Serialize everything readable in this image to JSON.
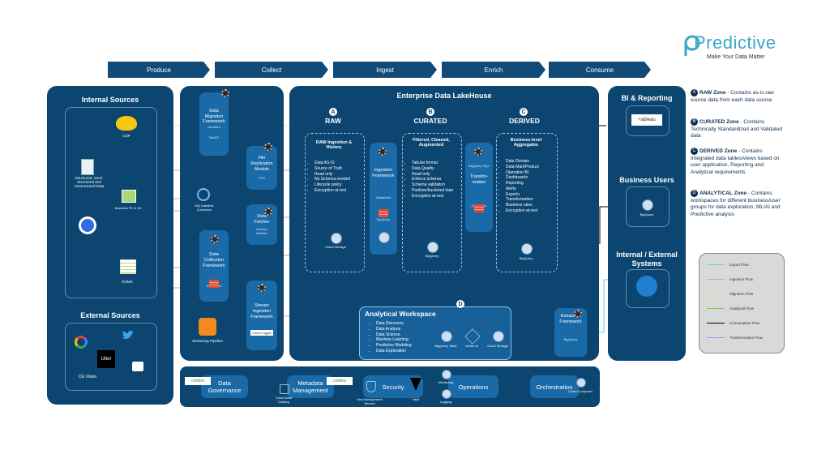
{
  "brand": {
    "name": "Predictive",
    "tagline": "Make Your Data Matter"
  },
  "stages": [
    "Produce",
    "Collect",
    "Ingest",
    "Enrich",
    "Consume"
  ],
  "internal_sources": {
    "title": "Internal Sources",
    "items": [
      "CDP",
      "Structured, Semi-Structured and Unstructured Data",
      "Business PC & 3D",
      "RDMS"
    ]
  },
  "external_sources": {
    "title": "External Sources",
    "items": [
      "CG Vision",
      "Uber"
    ]
  },
  "collect": {
    "migration": {
      "lines": [
        "Data",
        "Migration",
        "Framework"
      ],
      "sub": "cloudera",
      "tag": "DistCP"
    },
    "replication": {
      "lines": [
        "File",
        "Replication",
        "Module"
      ],
      "tag": "STS"
    },
    "connector": "MQ Dataflow Connector",
    "fetcher": {
      "lines": [
        "Data",
        "Fetcher"
      ],
      "sub1": "Custom",
      "sub2": "Batcher"
    },
    "collection": {
      "lines": [
        "Data",
        "Collection",
        "Framework"
      ],
      "tag": "Databricks"
    },
    "streaming_pipeline": "Streaming Pipeline",
    "stream": {
      "lines": [
        "Stream",
        "Ingestion",
        "Framework"
      ],
      "tag": "Cloud Logger"
    }
  },
  "lakehouse": {
    "title": "Enterprise Data LakeHouse",
    "raw": {
      "letter": "A",
      "title": "RAW",
      "subtitle": "RAW Ingestion & History",
      "bullets": [
        "Data AS-IS",
        "Source of Truth",
        "Read only",
        "No Schema needed",
        "Lifecycle policy",
        "Encryption at-rest"
      ],
      "storage": "Cloud Storage"
    },
    "curated": {
      "letter": "B",
      "title": "CURATED",
      "subtitle": "Filtered, Cleaned, Augmented",
      "bullets": [
        "Tabular format",
        "Data Quality",
        "Read only",
        "Enforce schema",
        "Schema validation",
        "Partition/bucketed data",
        "Encryption at-rest"
      ],
      "ingestion": [
        "Ingestion",
        "Framework"
      ],
      "ingestion_tag": "Databricks",
      "ingestion_bq": "BigQuery",
      "bq": "BigQuery"
    },
    "derived": {
      "letter": "C",
      "title": "DERIVED",
      "subtitle": "Business-level Aggregates",
      "bullets": [
        "Data Domain",
        "Data-Mart/Product",
        "Operation BI",
        "Dashboards",
        "Reporting",
        "Alerts",
        "Exports",
        "Transformation",
        "Business rules",
        "Encryption at-rest"
      ],
      "transformation": [
        "BigQuery SQL",
        "Transfor-",
        "mation"
      ],
      "transformation_tag": "Databricks",
      "bq": "BigQuery"
    },
    "analytical": {
      "letter": "D",
      "title": "Analytical Workspace",
      "bullets": [
        "Data Discovery",
        "Data Analysis",
        "Data Science",
        "Machine Learning",
        "Predictive Modeling",
        "Data Exploration"
      ],
      "tools": [
        "BigQuery Table",
        "Vertex AI",
        "Cloud Storage"
      ]
    },
    "extraction": {
      "lines": [
        "Extraction",
        "Framework"
      ],
      "tag": "BigQuery"
    }
  },
  "consume": {
    "bi": {
      "title": "BI & Reporting",
      "tool": "+ableau"
    },
    "users": {
      "title": "Business Users",
      "tag": "BigQuery"
    },
    "systems": {
      "title": "Internal / External Systems"
    }
  },
  "governance": {
    "data_governance": "Data Governance",
    "collibra1": "collibra",
    "metadata": "Metadata Management",
    "collibra2": "collibra",
    "catalog": "Cloud Data Catalog",
    "security": "Security",
    "kms": "Key Management Service",
    "vault": "Vault",
    "monitoring": "Monitoring",
    "operations": "Operations",
    "logging": "Logging",
    "orchestration": "Orchestration",
    "composer": "Cloud Composer"
  },
  "zones_notes": [
    {
      "letter": "A",
      "name": "RAW Zone",
      "text": " - Contains as-is raw source data from each data source"
    },
    {
      "letter": "B",
      "name": "CURATED Zone",
      "text": " - Contains Technically Standardized and Validated data"
    },
    {
      "letter": "C",
      "name": "DERIVED Zone",
      "text": " - Contains Integrated data tables/views based on user application, Reporting and Analytical requirements"
    },
    {
      "letter": "D",
      "name": "ANALYTICAL Zone",
      "text": " - Contains workspaces for different business/user groups for data exploration, ML/AI and Predictive analysis"
    }
  ],
  "legend": [
    {
      "label": "Export Flow",
      "color": "#5fd0e8"
    },
    {
      "label": "Ingestion Flow",
      "color": "#e0a57a"
    },
    {
      "label": "Migration Flow",
      "color": "#f2e98a"
    },
    {
      "label": "Analytical Flow",
      "color": "#7ccf3f"
    },
    {
      "label": "Consumption Flow",
      "color": "#000000"
    },
    {
      "label": "Transformation Flow",
      "color": "#b18cf0"
    }
  ]
}
